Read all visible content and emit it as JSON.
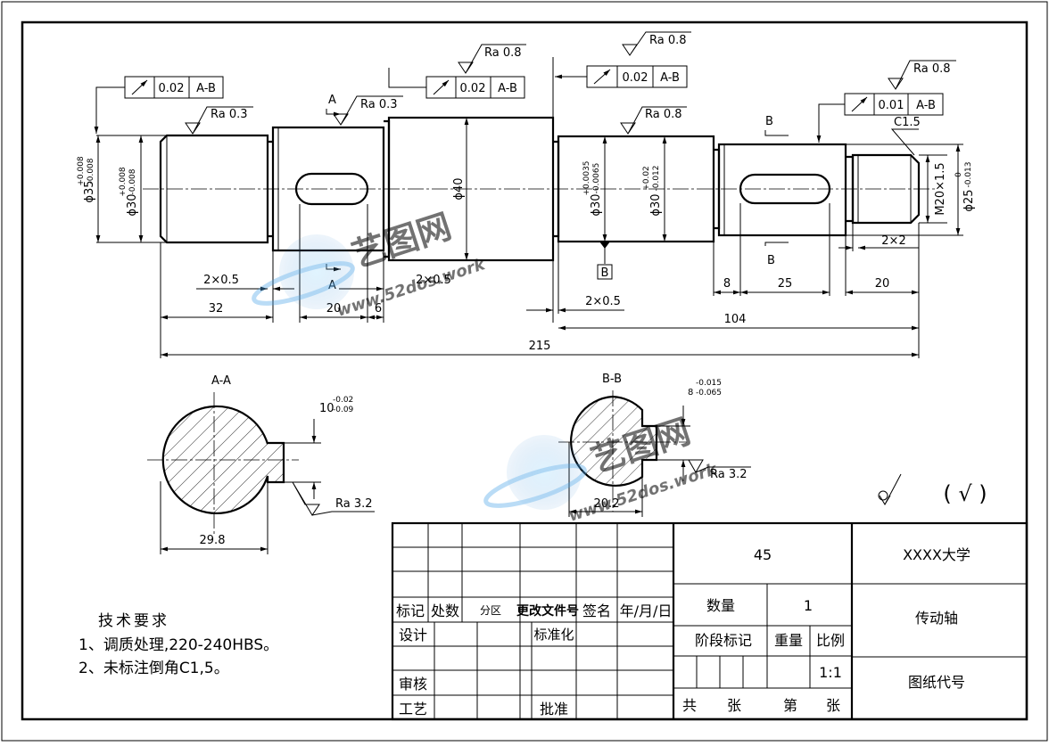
{
  "drawing": {
    "tolerances": {
      "d35_left": {
        "base": "ϕ35",
        "upper": "+0.008",
        "lower": "-0.008"
      },
      "d30_left": {
        "base": "ϕ30",
        "upper": "+0.008",
        "lower": "-0.008"
      },
      "d40": "ϕ40",
      "d30_mid1": {
        "base": "ϕ30",
        "upper": "+0.0035",
        "lower": "-0.0065"
      },
      "d30_mid2": {
        "base": "ϕ30",
        "upper": "+0.02",
        "lower": "-0.012"
      },
      "thread": "M20×1.5",
      "d25": {
        "base": "ϕ25",
        "upper": "0",
        "lower": "-0.013"
      }
    },
    "fcf": [
      {
        "tol": "0.02",
        "datum": "A-B"
      },
      {
        "tol": "0.02",
        "datum": "A-B"
      },
      {
        "tol": "0.02",
        "datum": "A-B"
      },
      {
        "tol": "0.01",
        "datum": "A-B"
      }
    ],
    "roughness": {
      "ra08": "Ra 0.8",
      "ra03": "Ra 0.3",
      "ra32": "Ra 3.2"
    },
    "chamfer": "C1.5",
    "labels": {
      "A": "A",
      "B": "B",
      "AA": "A-A",
      "BB": "B-B"
    },
    "dims": {
      "d215": "215",
      "d104": "104",
      "d32": "32",
      "d20a": "20",
      "d6": "6",
      "d8": "8",
      "d25": "25",
      "d20b": "20",
      "g1": "2×0.5",
      "g2": "2×0.5",
      "g3": "2×0.5",
      "g4": "2×2",
      "d298": "29.8",
      "d202": "20.2",
      "keyAA": {
        "base": "10",
        "upper": "-0.02",
        "lower": "-0.09"
      },
      "keyBB": {
        "base": "8",
        "upper": "-0.015",
        "lower": "-0.065"
      }
    },
    "general_roughness": {
      "symbol": "√",
      "paren": "( √ )"
    }
  },
  "tech_req": {
    "title": "技术要求",
    "items": [
      "1、调质处理,220-240HBS。",
      "2、未标注倒角C1,5。"
    ]
  },
  "title_block": {
    "material": "45",
    "school": "XXXX大学",
    "part_name": "传动轴",
    "drawing_no_label": "图纸代号",
    "row_headers": [
      "标记",
      "处数",
      "分区",
      "更改文件号",
      "签名",
      "年/月/日"
    ],
    "design": "设计",
    "standardize": "标准化",
    "review": "审核",
    "process": "工艺",
    "approve": "批准",
    "qty_label": "数量",
    "qty_value": "1",
    "stage_label": "阶段标记",
    "weight_label": "重量",
    "scale_label": "比例",
    "scale_value": "1:1",
    "sheets": {
      "total_pre": "共",
      "total_post": "张",
      "cur_pre": "第",
      "cur_post": "张"
    }
  },
  "watermark": {
    "brand": "艺图网",
    "url": "www.52dos.work"
  }
}
